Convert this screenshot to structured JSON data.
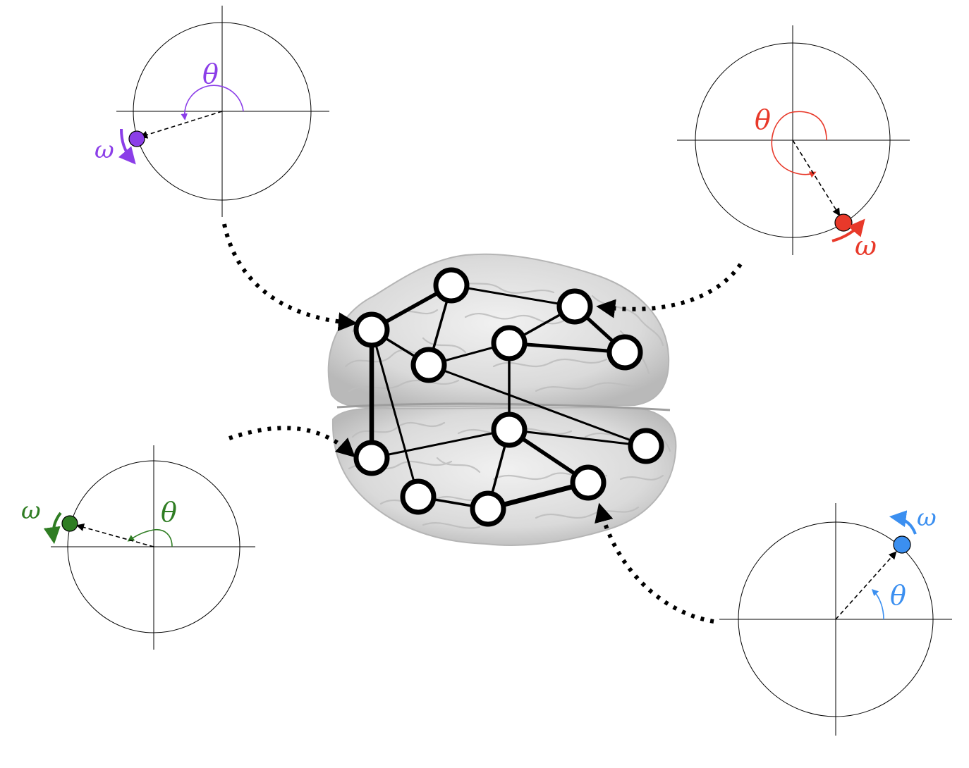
{
  "symbols": {
    "phase": "θ",
    "frequency": "ω"
  },
  "oscillators": [
    {
      "id": "purple",
      "color": "#8b3ee8"
    },
    {
      "id": "red",
      "color": "#e8392a"
    },
    {
      "id": "green",
      "color": "#2f7d23"
    },
    {
      "id": "blue",
      "color": "#3b8ff0"
    }
  ],
  "brain": {
    "fill": "#dcdcdc",
    "edge_color": "#000000",
    "node_fill": "#ffffff"
  }
}
